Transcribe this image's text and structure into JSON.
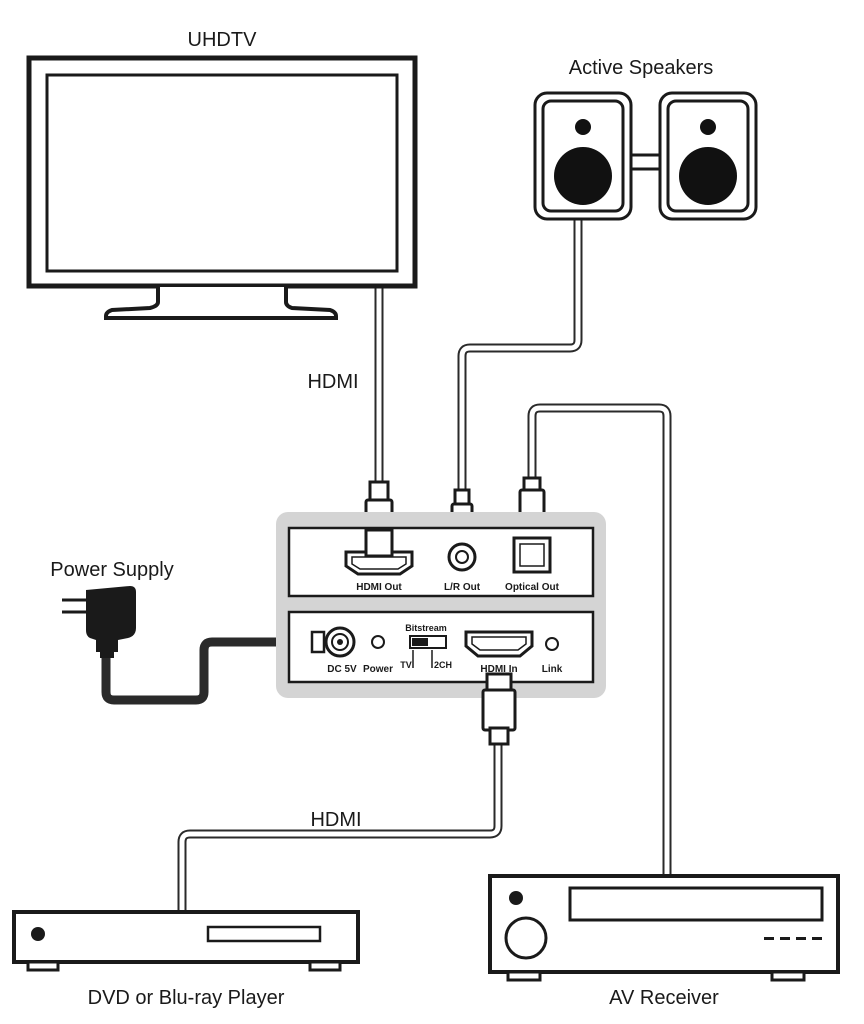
{
  "labels": {
    "uhdtv": "UHDTV",
    "active_speakers": "Active Speakers",
    "hdmi_top": "HDMI",
    "power_supply": "Power Supply",
    "hdmi_bottom": "HDMI",
    "dvd_player": "DVD or Blu-ray Player",
    "av_receiver": "AV Receiver"
  },
  "ports": {
    "hdmi_out": "HDMI Out",
    "lr_out": "L/R Out",
    "optical_out": "Optical Out",
    "dc_5v": "DC 5V",
    "power": "Power",
    "bitstream": "Bitstream",
    "tv": "TV",
    "two_ch": "2CH",
    "hdmi_in": "HDMI In",
    "link": "Link"
  },
  "colors": {
    "line": "#2a2a2a",
    "device_panel": "#d4d4d4",
    "speaker_cone": "#111111"
  }
}
